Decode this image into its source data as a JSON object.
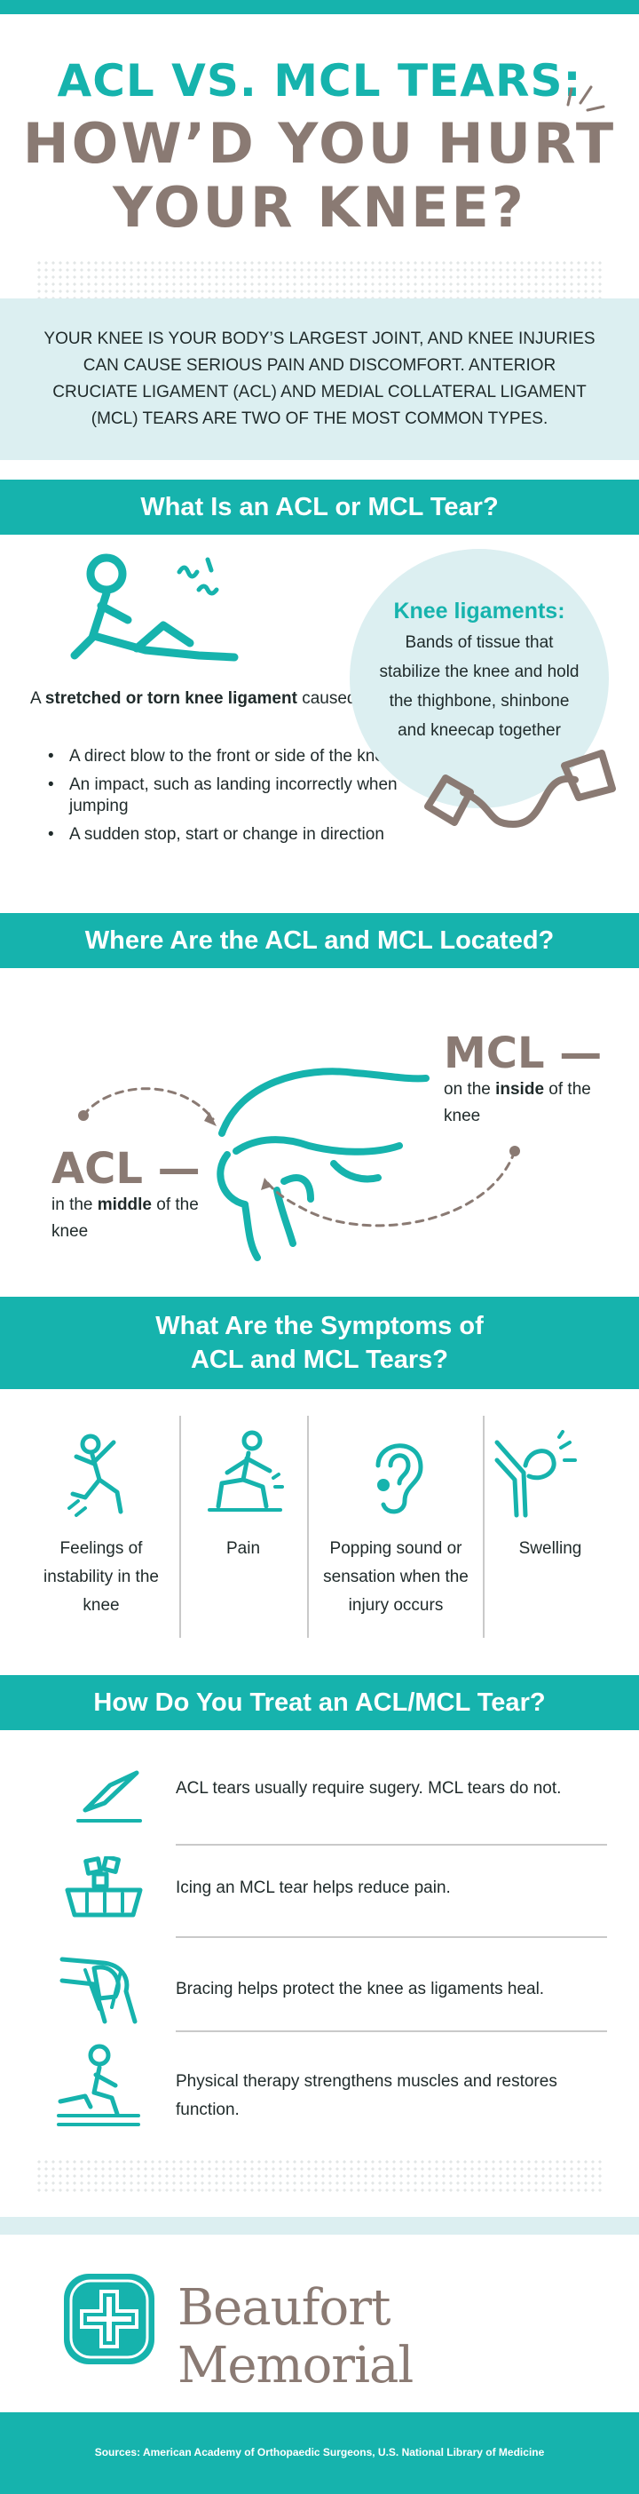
{
  "header": {
    "line1": "ACL VS. MCL TEARS:",
    "line2": "HOW’D YOU HURT",
    "line3": "YOUR KNEE?"
  },
  "intro": "YOUR KNEE IS YOUR BODY’S LARGEST JOINT, AND KNEE INJURIES CAN CAUSE SERIOUS PAIN AND DISCOMFORT. ANTERIOR CRUCIATE LIGAMENT (ACL) AND MEDIAL COLLATERAL LIGAMENT (MCL) TEARS ARE TWO OF THE MOST COMMON TYPES.",
  "section1": {
    "heading": "What Is an ACL or MCL Tear?",
    "lead_a": "A ",
    "lead_bold": "stretched or torn knee ligament",
    "lead_b": " caused by ...",
    "bullets": [
      "A direct blow to the front or side of the knee",
      "An impact, such as landing incorrectly when jumping",
      "A sudden stop, start or change in direction"
    ],
    "circle_title": "Knee ligaments:",
    "circle_body": "Bands of tissue that stabilize the knee and hold the thighbone, shinbone and kneecap together"
  },
  "section2": {
    "heading": "Where Are the ACL and MCL Located?",
    "mcl_label": "MCL —",
    "mcl_a": "on the ",
    "mcl_bold": "inside",
    "mcl_b": " of the knee",
    "acl_label": "ACL —",
    "acl_a": "in the ",
    "acl_bold": "middle",
    "acl_b": " of the knee"
  },
  "section3": {
    "heading1": "What Are the Symptoms of",
    "heading2": "ACL and MCL Tears?",
    "items": [
      {
        "label": "Feelings of instability in the knee",
        "icon": "falling-person-icon"
      },
      {
        "label": "Pain",
        "icon": "kneeling-pain-icon"
      },
      {
        "label": "Popping sound or sensation when the injury occurs",
        "icon": "ear-icon"
      },
      {
        "label": "Swelling",
        "icon": "swollen-knee-icon"
      }
    ]
  },
  "section4": {
    "heading": "How Do You Treat an ACL/MCL Tear?",
    "items": [
      {
        "text": "ACL tears usually require sugery. MCL tears do not.",
        "icon": "scalpel-icon"
      },
      {
        "text": "Icing an MCL tear helps reduce pain.",
        "icon": "ice-tray-icon"
      },
      {
        "text": "Bracing helps protect the knee as ligaments heal.",
        "icon": "knee-brace-icon"
      },
      {
        "text": "Physical therapy strengthens muscles and restores function.",
        "icon": "physical-therapy-icon"
      }
    ]
  },
  "brand": "Beaufort Memorial",
  "footer": "Sources: American Academy of Orthopaedic Surgeons, U.S. National Library of Medicine",
  "colors": {
    "teal": "#16b3ad",
    "taupe": "#8a7a73",
    "pale": "#dceff1"
  }
}
